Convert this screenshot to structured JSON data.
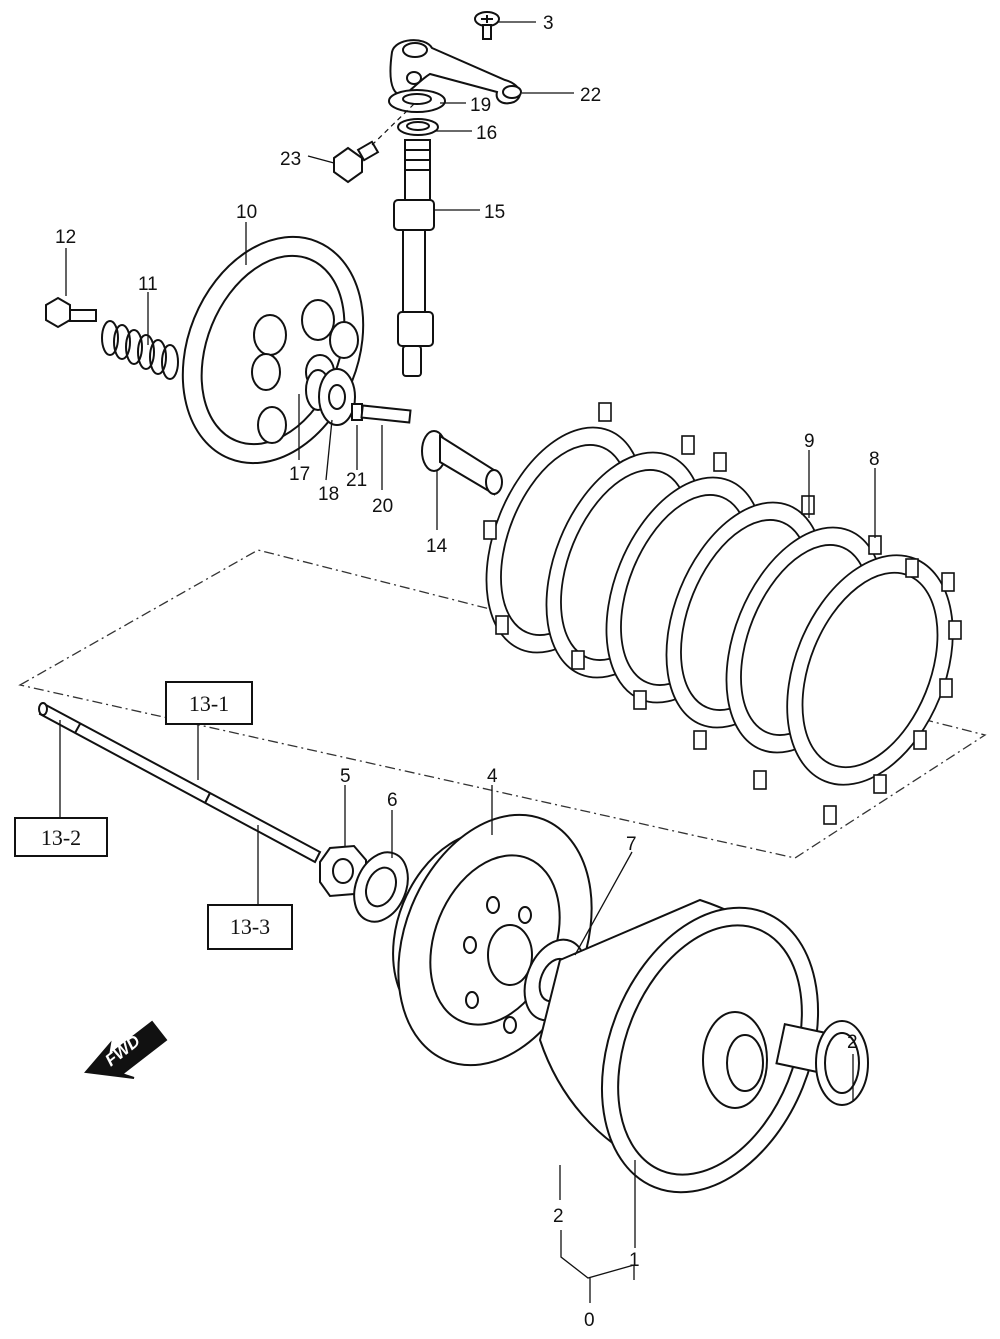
{
  "callouts": [
    {
      "id": "3",
      "text": "3"
    },
    {
      "id": "22",
      "text": "22"
    },
    {
      "id": "19",
      "text": "19"
    },
    {
      "id": "16",
      "text": "16"
    },
    {
      "id": "23",
      "text": "23"
    },
    {
      "id": "15",
      "text": "15"
    },
    {
      "id": "10",
      "text": "10"
    },
    {
      "id": "12",
      "text": "12"
    },
    {
      "id": "11",
      "text": "11"
    },
    {
      "id": "17",
      "text": "17"
    },
    {
      "id": "18",
      "text": "18"
    },
    {
      "id": "21",
      "text": "21"
    },
    {
      "id": "20",
      "text": "20"
    },
    {
      "id": "14",
      "text": "14"
    },
    {
      "id": "9",
      "text": "9"
    },
    {
      "id": "8",
      "text": "8"
    },
    {
      "id": "5",
      "text": "5"
    },
    {
      "id": "6",
      "text": "6"
    },
    {
      "id": "4",
      "text": "4"
    },
    {
      "id": "7",
      "text": "7"
    },
    {
      "id": "2a",
      "text": "2"
    },
    {
      "id": "2b",
      "text": "2"
    },
    {
      "id": "1",
      "text": "1"
    },
    {
      "id": "0",
      "text": "0"
    }
  ],
  "boxed_labels": [
    {
      "id": "13-1",
      "text": "13-1"
    },
    {
      "id": "13-2",
      "text": "13-2"
    },
    {
      "id": "13-3",
      "text": "13-3"
    }
  ],
  "direction_arrow": {
    "text": "FWD"
  }
}
